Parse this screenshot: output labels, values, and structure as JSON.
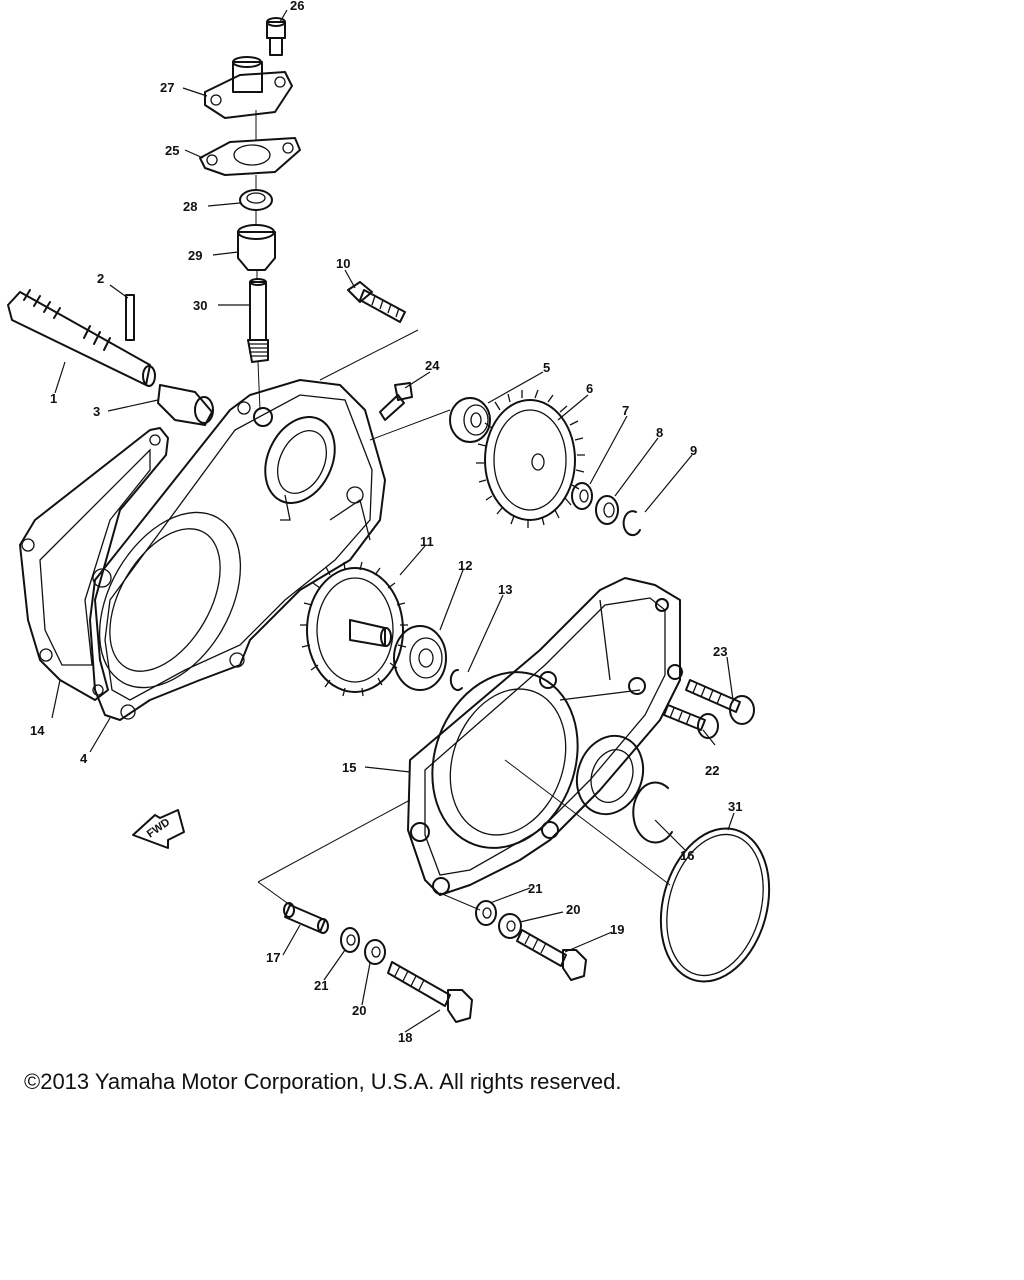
{
  "diagram": {
    "callouts": {
      "c1": "1",
      "c2": "2",
      "c3": "3",
      "c4": "4",
      "c5": "5",
      "c6": "6",
      "c7": "7",
      "c8": "8",
      "c9": "9",
      "c10": "10",
      "c11": "11",
      "c12": "12",
      "c13": "13",
      "c14": "14",
      "c15": "15",
      "c16": "16",
      "c17": "17",
      "c18": "18",
      "c19": "19",
      "c20a": "20",
      "c20b": "20",
      "c21a": "21",
      "c21b": "21",
      "c22": "22",
      "c23": "23",
      "c24": "24",
      "c25": "25",
      "c26": "26",
      "c27": "27",
      "c28": "28",
      "c29": "29",
      "c30": "30",
      "c31": "31"
    },
    "fwd_label": "FWD"
  },
  "footer": {
    "copyright": "©2013 Yamaha Motor Corporation, U.S.A. All rights reserved."
  }
}
